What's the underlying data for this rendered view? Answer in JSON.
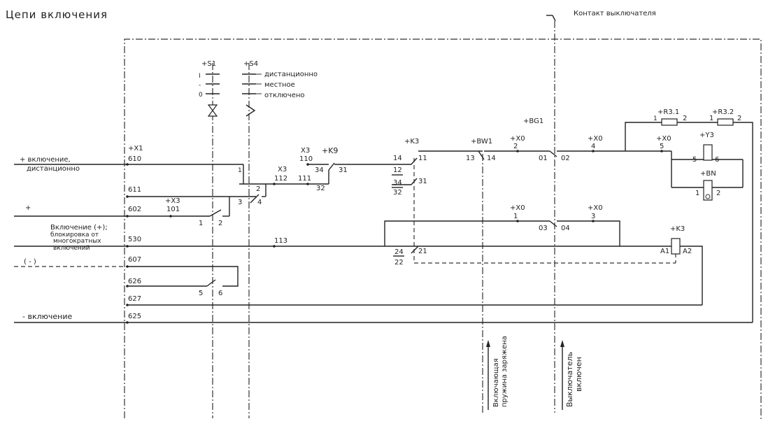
{
  "title": "Цепи включения",
  "legend_contact": "Контакт выключателя",
  "left_labels": {
    "on_remote_1": "+ включение,",
    "on_remote_2": "дистанционно",
    "plus": "+",
    "block_1": "Включение (+);",
    "block_2": "блокировка от",
    "block_3": "многократных",
    "block_4": "включений",
    "minus_paren": "( - )",
    "minus_on": "- включение"
  },
  "terminals": {
    "x1": "+X1",
    "t610": "610",
    "t611": "611",
    "t602": "602",
    "t530": "530",
    "t607": "607",
    "t626": "626",
    "t627": "627",
    "t625": "625",
    "x3a": "+X3",
    "t101": "101",
    "t113": "113"
  },
  "switches": {
    "s1": "+S1",
    "s4": "+S4",
    "pos_i": "I",
    "pos_dash": "-",
    "pos_0": "0",
    "remote": "дистанционно",
    "local": "местное",
    "off": "отключено",
    "c1": "1",
    "c2": "2",
    "c3": "3",
    "c4": "4",
    "c1b": "1",
    "c2b": "2",
    "c5": "5",
    "c6": "6"
  },
  "relay_k9": {
    "x3": "X3",
    "k9": "+K9",
    "t110": "110",
    "t34": "34",
    "t31": "31",
    "x3b": "X3",
    "t112": "112",
    "t111": "111",
    "t32": "32"
  },
  "relay_k3": {
    "k3": "+K3",
    "t14": "14",
    "t11": "11",
    "t12": "12",
    "t34": "34",
    "t31": "31",
    "t32": "32",
    "t24": "24",
    "t21": "21",
    "t22": "22",
    "coil": "+K3",
    "a1": "A1",
    "a2": "A2"
  },
  "bw1": {
    "name": "+BW1",
    "t13": "13",
    "t14": "14"
  },
  "bg1": {
    "name": "+BG1",
    "x0a": "+X0",
    "t2": "2",
    "t01": "01",
    "t02": "02",
    "x0b": "+X0",
    "t4": "4",
    "x0c": "+X0",
    "t1": "1",
    "t03": "03",
    "t04": "04",
    "x0d": "+X0",
    "t3": "3"
  },
  "coil_area": {
    "r31": "+R3.1",
    "r32": "+R3.2",
    "r1": "1",
    "r2": "2",
    "r1b": "1",
    "r2b": "2",
    "x0e": "+X0",
    "t5": "5",
    "y3": "+Y3",
    "y5": "5",
    "y6": "6",
    "bn": "+BN",
    "bn1": "1",
    "bn2": "2"
  },
  "arrows": {
    "spring_1": "Включающая",
    "spring_2": "пружина заряжена",
    "breaker_1": "Выключатель",
    "breaker_2": "включен"
  }
}
